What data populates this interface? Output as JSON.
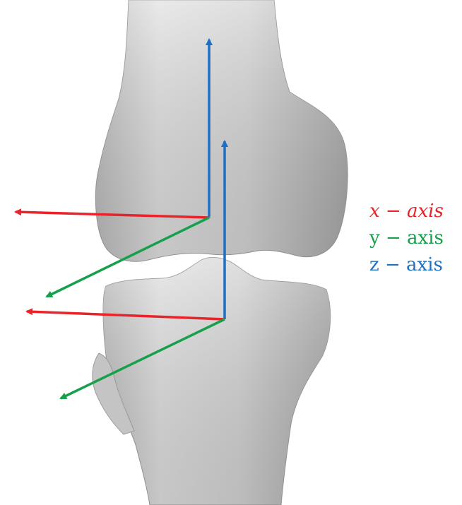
{
  "legend": {
    "x_axis": {
      "label": "x − axis",
      "color": "#e8232a"
    },
    "y_axis": {
      "label": "y − axis",
      "color": "#17a04b"
    },
    "z_axis": {
      "label": "z − axis",
      "color": "#1f6fc4"
    }
  },
  "bone_color": "#d9d9d9"
}
